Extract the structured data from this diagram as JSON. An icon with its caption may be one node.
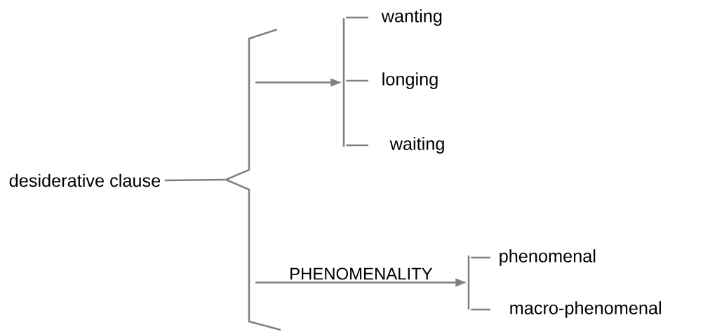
{
  "diagram": {
    "nodes": [
      {
        "text": [
          "desiderative clause"
        ]
      },
      {
        "text": [],
        "shape": "bracket"
      },
      {
        "text": [],
        "shape": "bracket"
      },
      {
        "text": [
          "wanting"
        ]
      },
      {
        "text": [
          "longing"
        ]
      },
      {
        "text": [
          "waiting"
        ]
      },
      {
        "text": [],
        "shape": "bracket"
      },
      {
        "text": [
          "phenomenal"
        ]
      },
      {
        "text": [
          "macro-phenomenal"
        ]
      }
    ],
    "edges": [
      {
        "from": 0,
        "to": 1,
        "arrow": "none"
      },
      {
        "from": 1,
        "to": 2,
        "arrow": "to"
      },
      {
        "from": 2,
        "to": 3,
        "arrow": "none"
      },
      {
        "from": 2,
        "to": 4,
        "arrow": "none"
      },
      {
        "from": 2,
        "to": 5,
        "arrow": "none"
      },
      {
        "from": 1,
        "to": 6,
        "arrow": "to",
        "label": "PHENOMENALITY"
      },
      {
        "from": 6,
        "to": 7,
        "arrow": "none"
      },
      {
        "from": 6,
        "to": 8,
        "arrow": "none"
      }
    ]
  }
}
